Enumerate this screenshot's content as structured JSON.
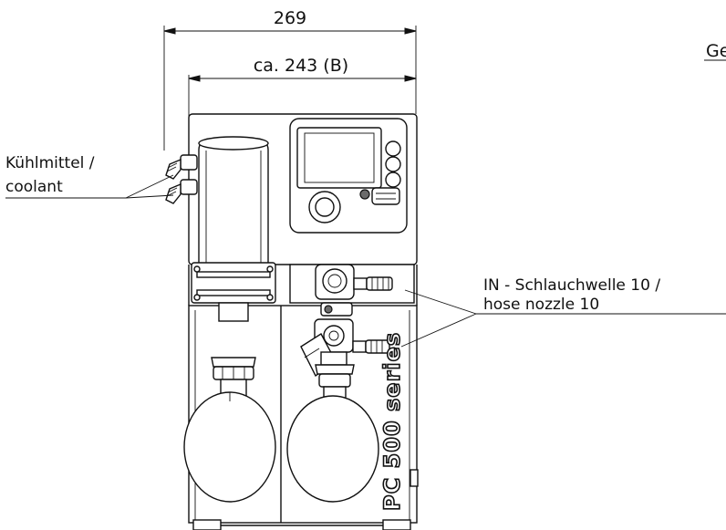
{
  "dimensions": {
    "overall_width": "269",
    "body_width": "ca. 243 (B)"
  },
  "labels": {
    "coolant_line1": "Kühlmittel /",
    "coolant_line2": "coolant",
    "inlet_line1": "IN - Schlauchwelle 10 /",
    "inlet_line2": "hose nozzle 10",
    "corner_clipped": "Ge"
  },
  "device": {
    "series_label": "PC 500 series"
  }
}
